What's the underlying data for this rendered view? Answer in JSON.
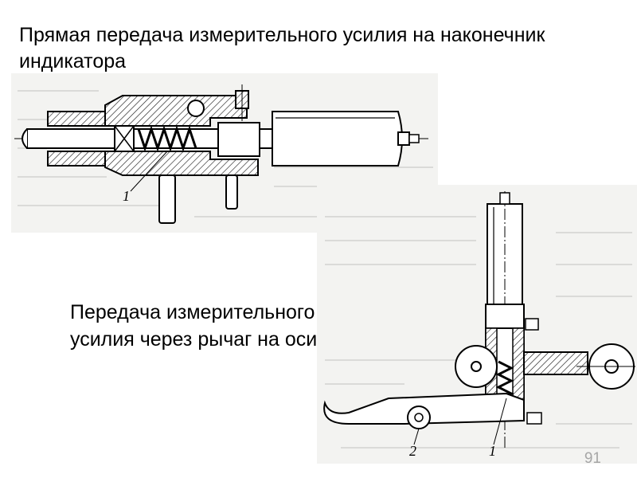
{
  "slide": {
    "title": "Прямая передача измерительного усилия на наконечник индикатора",
    "caption": "Передача измерительного усилия через рычаг на оси",
    "page_number": "91"
  },
  "figure_top": {
    "callout_1": "1"
  },
  "figure_bottom": {
    "callout_1": "1",
    "callout_2": "2"
  }
}
